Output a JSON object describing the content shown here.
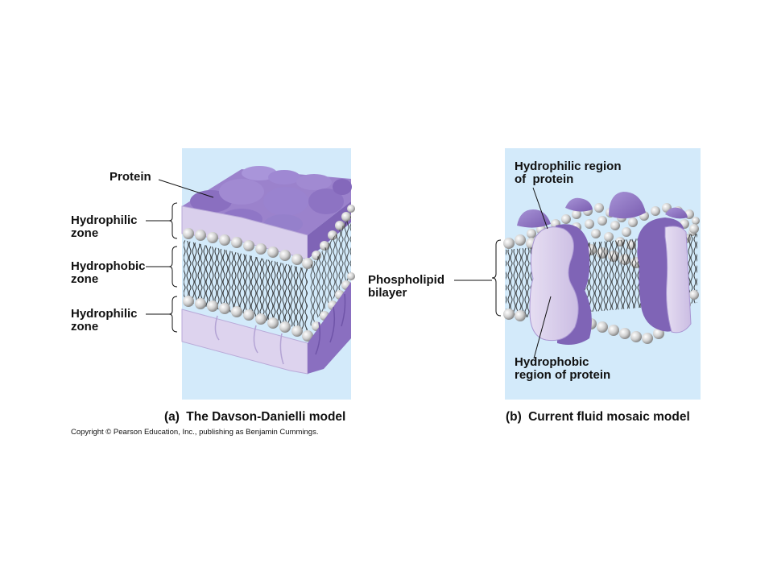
{
  "panel_a": {
    "labels": {
      "protein": "Protein",
      "hydrophilic_top_1": "Hydrophilic",
      "hydrophilic_top_2": "zone",
      "hydrophobic_1": "Hydrophobic",
      "hydrophobic_2": "zone",
      "hydrophilic_bottom_1": "Hydrophilic",
      "hydrophilic_bottom_2": "zone"
    },
    "caption_letter": "(a)",
    "caption_text": "The Davson-Danielli model"
  },
  "panel_b": {
    "labels": {
      "hydrophilic_region_1": "Hydrophilic region",
      "hydrophilic_region_2": "of  protein",
      "phospholipid_1": "Phospholipid",
      "phospholipid_2": "bilayer",
      "hydrophobic_region_1": "Hydrophobic",
      "hydrophobic_region_2": "region of protein"
    },
    "caption_letter": "(b)",
    "caption_text": "Current fluid mosaic model"
  },
  "copyright": "Copyright © Pearson Education, Inc., publishing as Benjamin Cummings.",
  "colors": {
    "panel_background": "#d3eafa",
    "protein_dark": "#8b6fbf",
    "protein_light": "#ddd3ee",
    "lipid_head": "#c8c8c8"
  }
}
